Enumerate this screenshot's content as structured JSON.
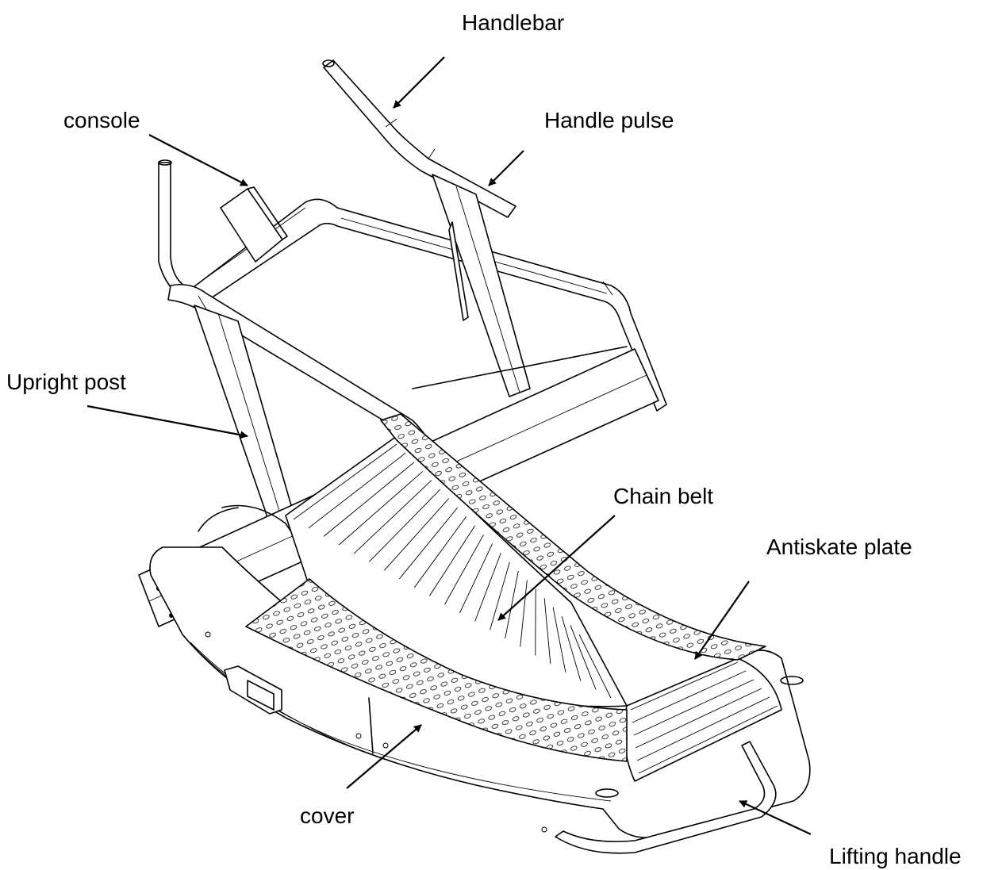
{
  "labels": {
    "handlebar": "Handlebar",
    "console": "console",
    "handle_pulse": "Handle pulse",
    "upright_post": "Upright post",
    "chain_belt": "Chain belt",
    "antiskate_plate": "Antiskate plate",
    "cover": "cover",
    "lifting_handle": "Lifting handle"
  },
  "colors": {
    "line": "#000000",
    "background": "#ffffff"
  }
}
